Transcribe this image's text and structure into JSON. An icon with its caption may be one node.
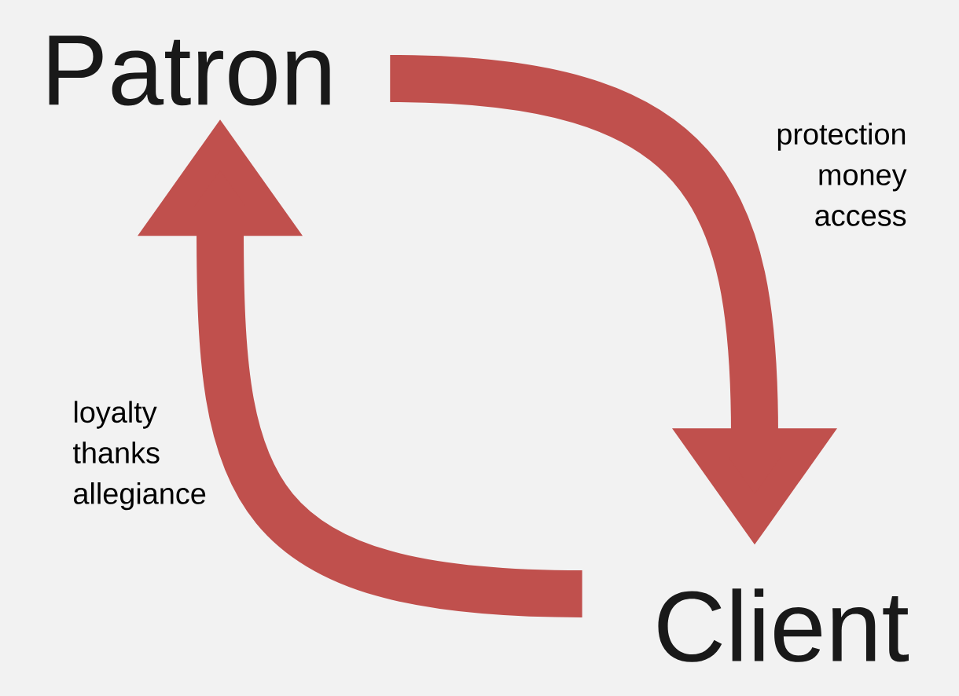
{
  "diagram": {
    "nodes": [
      {
        "text": [
          "Patron"
        ]
      },
      {
        "text": [
          "Client"
        ]
      }
    ],
    "edges": [
      {
        "from": 0,
        "to": 1,
        "arrow": "to",
        "label": "protection money access"
      },
      {
        "from": 1,
        "to": 0,
        "arrow": "to",
        "label": "loyalty thanks allegiance"
      }
    ]
  }
}
